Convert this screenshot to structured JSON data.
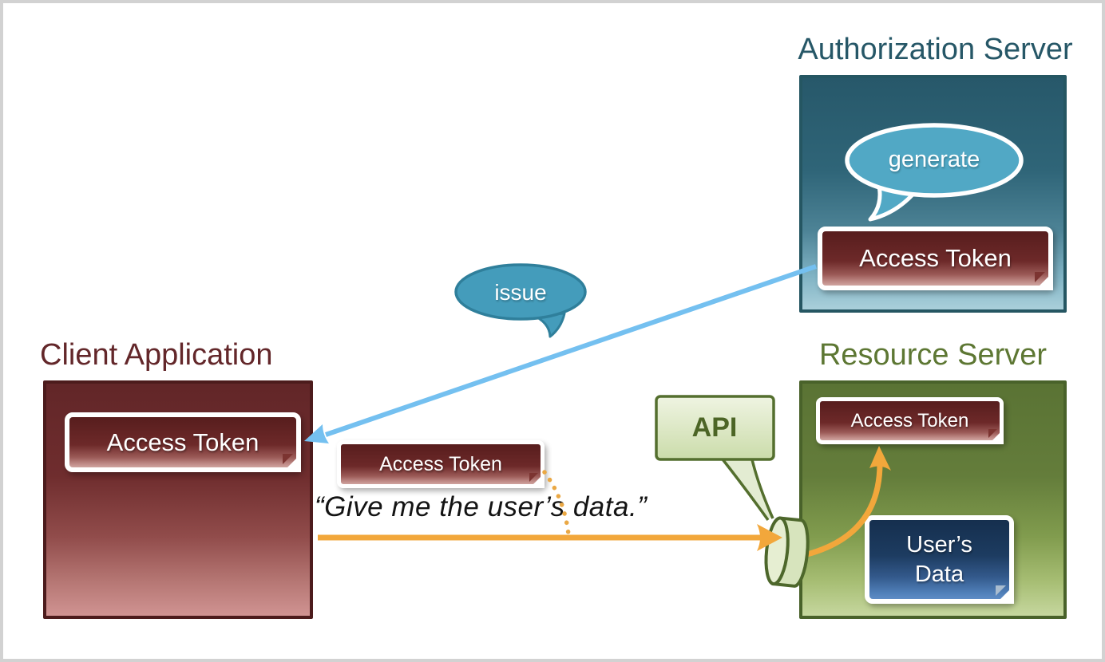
{
  "colors": {
    "teal_title": "#265767",
    "maroon_title": "#63272a",
    "olive_title": "#5d7733",
    "blue_arrow": "#74c0f0",
    "orange_arrow": "#f2a73b",
    "bubble_teal_fill": "#459dbb",
    "api_green_border": "#546f2e",
    "users_data_navy": "#152f4e",
    "token_maroon": "#571d1d"
  },
  "authorization_server": {
    "title": "Authorization Server",
    "generate_bubble_label": "generate",
    "access_token_label": "Access Token"
  },
  "client_application": {
    "title": "Client Application",
    "access_token_label": "Access Token"
  },
  "resource_server": {
    "title": "Resource Server",
    "access_token_label": "Access Token",
    "users_data_line1": "User’s",
    "users_data_line2": "Data",
    "api_bubble_label": "API"
  },
  "flow": {
    "issue_bubble_label": "issue",
    "request_token_label": "Access Token",
    "request_message": "“Give me the user’s data.”"
  }
}
